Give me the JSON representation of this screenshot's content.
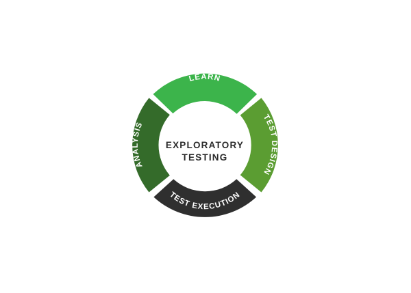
{
  "diagram": {
    "center": {
      "line1": "EXPLORATORY",
      "line2": "TESTING"
    },
    "segments": [
      {
        "key": "learn",
        "label": "LEARN",
        "color": "#3cb44b"
      },
      {
        "key": "test_design",
        "label": "TEST DESIGN",
        "color": "#5b9d32"
      },
      {
        "key": "test_execution",
        "label": "TEST EXECUTION",
        "color": "#2f2f2f"
      },
      {
        "key": "analysis",
        "label": "ANALYSIS",
        "color": "#346b2a"
      }
    ]
  }
}
